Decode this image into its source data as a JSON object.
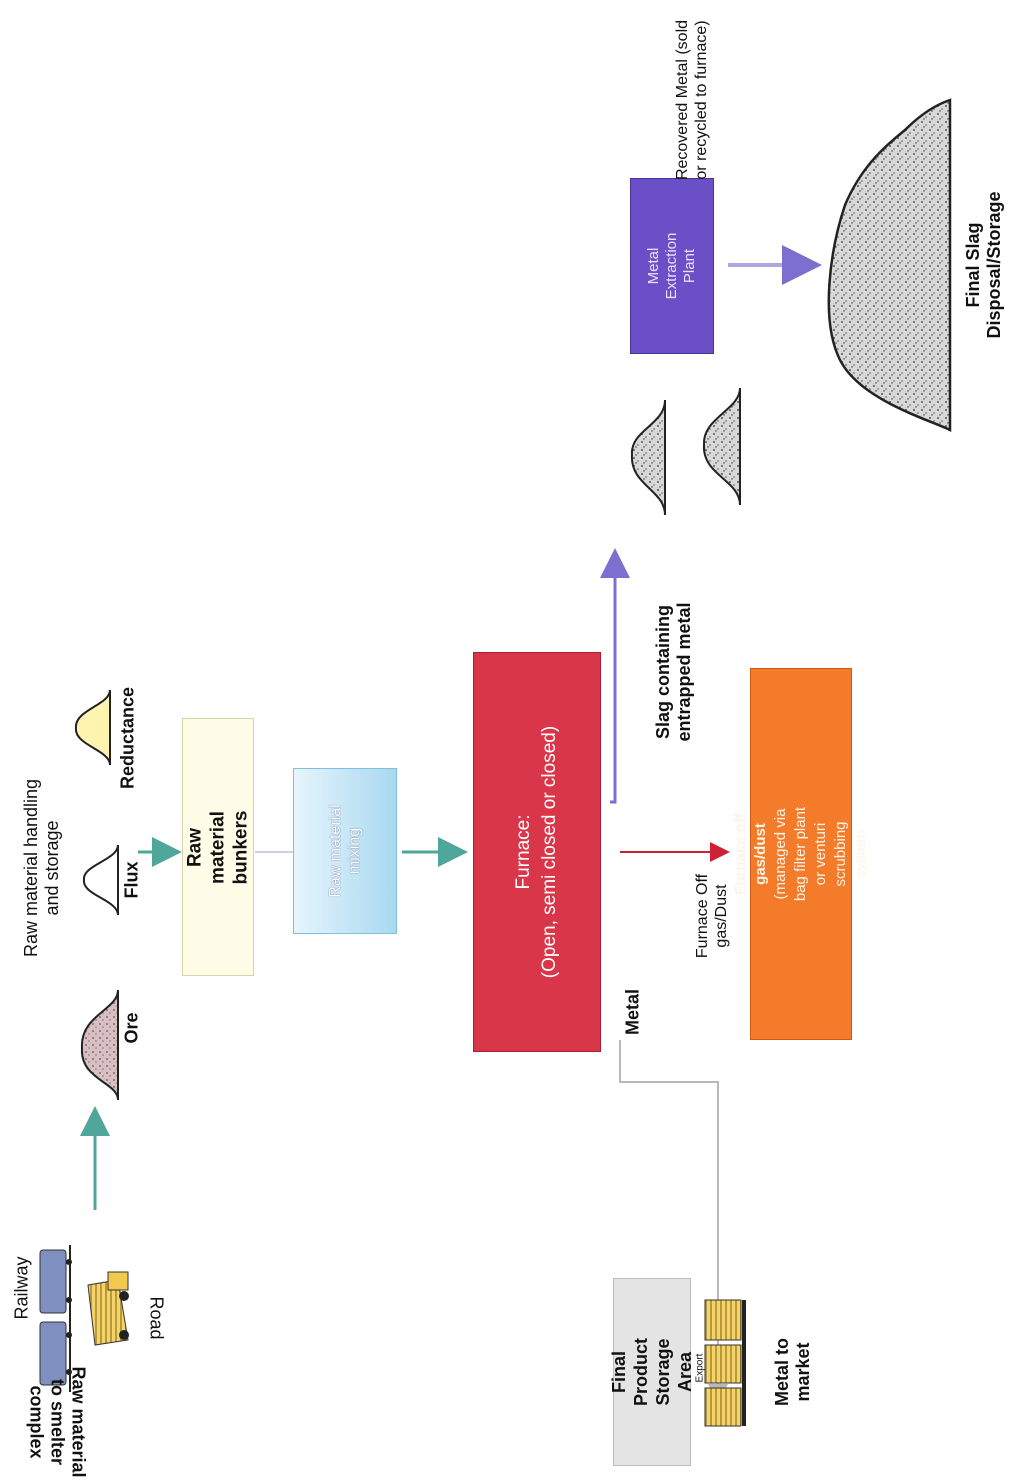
{
  "diagram": {
    "transport": {
      "heading": "Raw material to smelter complex",
      "railway": "Railway",
      "road": "Road"
    },
    "storage": {
      "heading": "Raw material handling and  storage",
      "ore": "Ore",
      "flux": "Flux",
      "reductance": "Reductance"
    },
    "bunkers": "Raw material bunkers",
    "mixing": "Raw material mixing",
    "furnace": {
      "title": "Furnace:",
      "subtitle": "(Open, semi closed or closed)"
    },
    "slag_label": "Slag containing entrapped metal",
    "offgas_label": "Furnace Off gas/Dust",
    "offgas_box": {
      "title": "Furnace off gas/dust",
      "subtitle": "(managed via bag filter plant or venturi scrubbing system"
    },
    "metal_label": "Metal",
    "extraction_plant": "Metal Extraction Plant",
    "recovered_metal": "Recovered Metal (sold or recycled to furnace)",
    "final_slag": "Final Slag Disposal/Storage",
    "final_product": "Final Product Storage Area",
    "metal_to_market": "Metal to market",
    "export_tag": "Export",
    "colors": {
      "teal_arrow": "#4fa79a",
      "furnace": "#d9364a",
      "offgas": "#f47b2a",
      "extraction": "#6b4fc7",
      "slag_arrow": "#7d6fd0",
      "offgas_arrow": "#cc2233",
      "bunker_fill": "#fffde8",
      "mixing_fill": "#bfe3f5",
      "reductance_fill": "#fff3b0"
    }
  }
}
